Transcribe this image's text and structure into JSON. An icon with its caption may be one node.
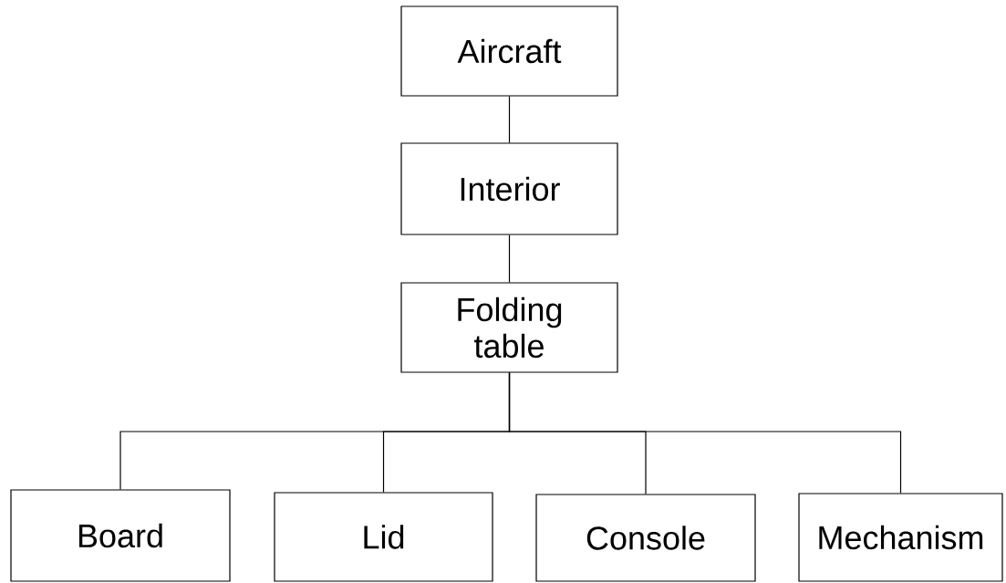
{
  "diagram": {
    "nodes": [
      {
        "text": [
          "Aircraft"
        ]
      },
      {
        "text": [
          "Interior"
        ]
      },
      {
        "text": [
          "Folding table"
        ]
      },
      {
        "text": [
          "Board"
        ]
      },
      {
        "text": [
          "Lid"
        ]
      },
      {
        "text": [
          "Console"
        ]
      },
      {
        "text": [
          "Mechanism"
        ]
      }
    ],
    "edges": [
      {
        "from": 0,
        "to": 1,
        "arrow": "none"
      },
      {
        "from": 1,
        "to": 2,
        "arrow": "none"
      },
      {
        "from": 2,
        "to": 3,
        "arrow": "none"
      },
      {
        "from": 2,
        "to": 4,
        "arrow": "none"
      },
      {
        "from": 2,
        "to": 5,
        "arrow": "none"
      },
      {
        "from": 2,
        "to": 6,
        "arrow": "none"
      }
    ]
  }
}
